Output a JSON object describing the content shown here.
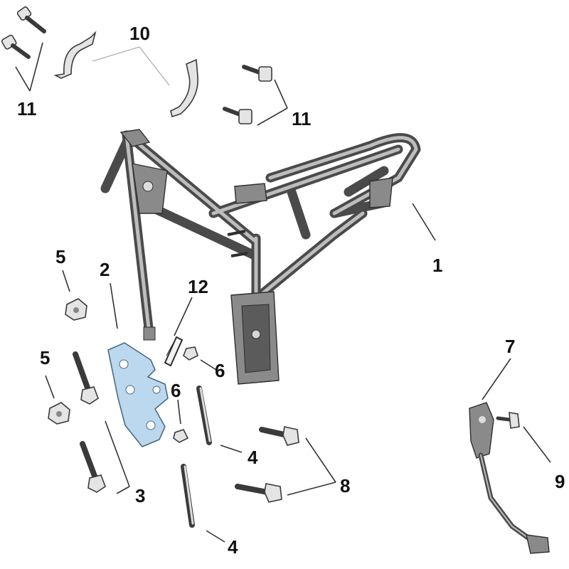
{
  "callouts": [
    {
      "id": "1",
      "label": "1"
    },
    {
      "id": "2",
      "label": "2"
    },
    {
      "id": "3",
      "label": "3"
    },
    {
      "id": "4a",
      "label": "4"
    },
    {
      "id": "4b",
      "label": "4"
    },
    {
      "id": "5a",
      "label": "5"
    },
    {
      "id": "5b",
      "label": "5"
    },
    {
      "id": "6a",
      "label": "6"
    },
    {
      "id": "6b",
      "label": "6"
    },
    {
      "id": "7",
      "label": "7"
    },
    {
      "id": "8",
      "label": "8"
    },
    {
      "id": "9",
      "label": "9"
    },
    {
      "id": "10",
      "label": "10"
    },
    {
      "id": "11a",
      "label": "11"
    },
    {
      "id": "11b",
      "label": "11"
    },
    {
      "id": "12",
      "label": "12"
    }
  ],
  "colors": {
    "frame": "#4a4a4a",
    "highlighted_part": "#bcd8ee",
    "label": "#111111"
  }
}
